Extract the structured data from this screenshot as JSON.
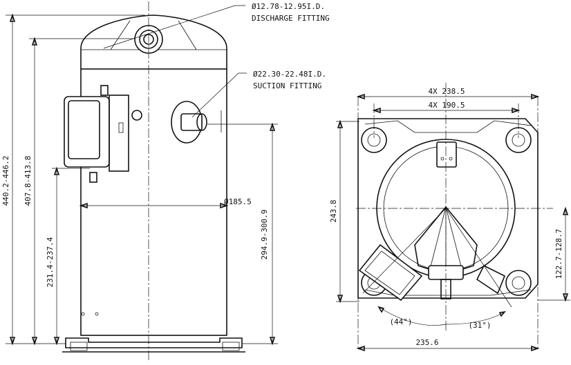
{
  "callouts": {
    "discharge_diameter": "Ø12.78-12.95I.D.",
    "discharge_label": "DISCHARGE FITTING",
    "suction_diameter": "Ø22.30-22.48I.D.",
    "suction_label": "SUCTION FITTING"
  },
  "side_view": {
    "overall_height": "440.2-446.2",
    "body_height": "407.8-413.8",
    "terminal_height": "231.4-237.4",
    "suction_height": "294.9-300.9",
    "shell_diameter": "Ø185.5"
  },
  "top_view": {
    "mount_span_outer": "4X 238.5",
    "mount_span_inner": "4X 190.5",
    "depth": "243.8",
    "width": "235.6",
    "offset": "122.7-128.7",
    "angle_left": "(44°)",
    "angle_right": "(31°)"
  }
}
